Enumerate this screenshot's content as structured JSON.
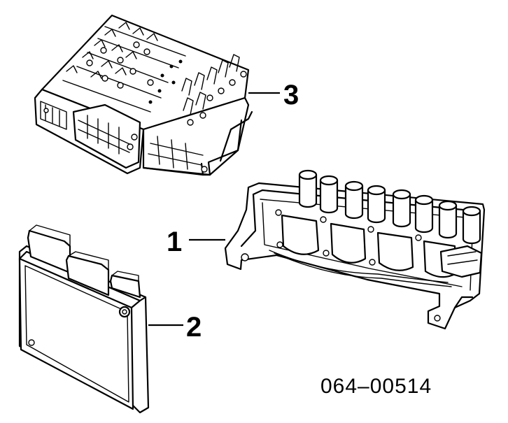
{
  "callouts": {
    "part_1": "1",
    "part_2": "2",
    "part_3": "3"
  },
  "catalog_number": "064–00514"
}
